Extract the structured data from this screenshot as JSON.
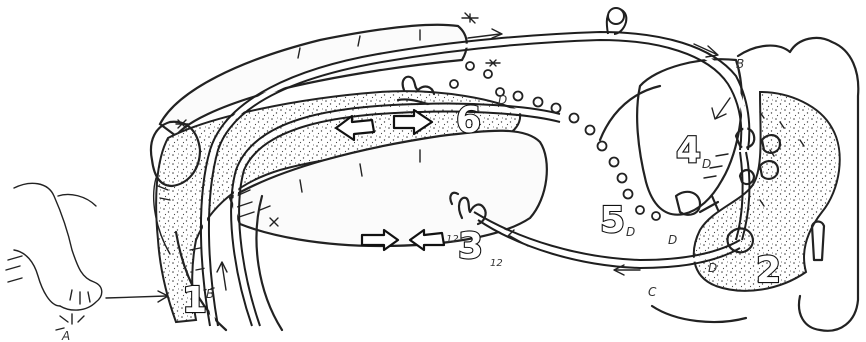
{
  "labels": {
    "stage_1": "1",
    "stage_2": "2",
    "stage_3": "3",
    "stage_4": "4",
    "stage_5": "5",
    "stage_6": "6",
    "letter_a": "A",
    "letter_b_foot": "B",
    "letter_b_top": "B",
    "letter_c": "C",
    "letter_d_top": "D",
    "letter_d_mid": "D",
    "letter_d_low": "D",
    "letter_d_right": "D",
    "letter_d_center": "D",
    "small_12_a": "12",
    "small_12_b": "12"
  },
  "colors": {
    "ink": "#222222",
    "stipple": "#444444"
  }
}
